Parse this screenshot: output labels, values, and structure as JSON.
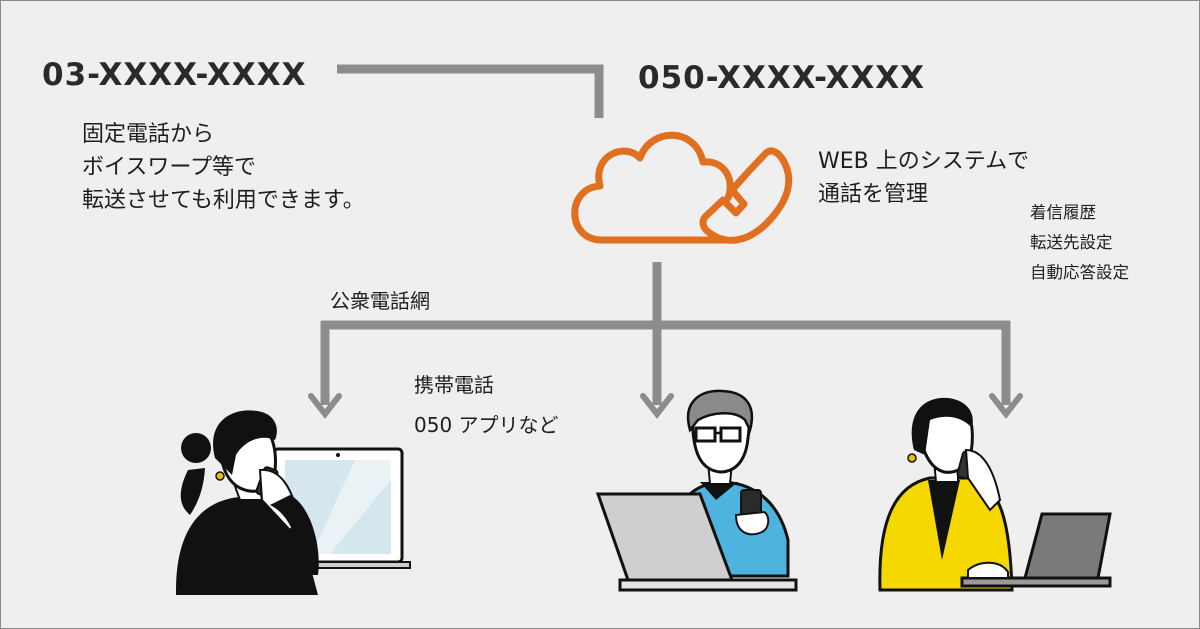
{
  "numbers": {
    "landline": "03-XXXX-XXXX",
    "ip_number": "050-XXXX-XXXX"
  },
  "left_note": {
    "lines": [
      "固定電話から",
      "ボイスワープ等で",
      "転送させても利用できます。"
    ]
  },
  "cloud_note": {
    "lines": [
      "WEB 上のシステムで",
      "通話を管理"
    ]
  },
  "features": [
    "着信履歴",
    "転送先設定",
    "自動応答設定"
  ],
  "network_label": "公衆電話網",
  "mobile_note": {
    "lines": [
      "携帯電話",
      "050 アプリなど"
    ]
  },
  "icons": {
    "cloud_phone": "cloud-phone-icon",
    "person_left": "woman-phone-laptop",
    "person_center": "man-smartphone-laptop",
    "person_right": "woman-yellow-laptop"
  },
  "colors": {
    "line": "#8c8c8c",
    "cloud": "#e07020",
    "background": "#efefef",
    "jacket": "#f5d800",
    "shirt": "#4fb3e0"
  }
}
